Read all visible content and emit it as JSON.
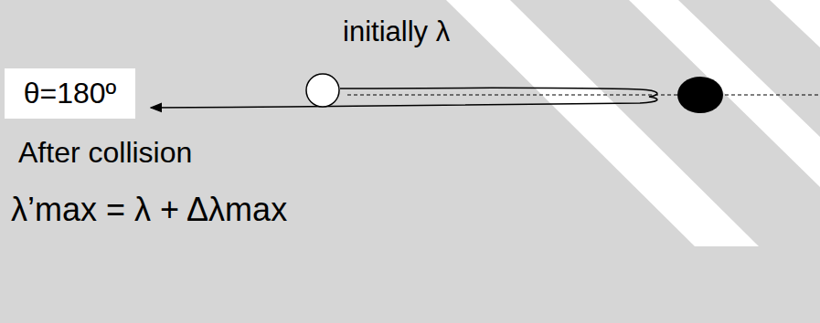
{
  "diagram": {
    "nodes": [
      {
        "text": [
          "θ=180º"
        ]
      }
    ],
    "labels": [
      "initially λ",
      "After collision",
      "λ’max = λ + Δλmax"
    ]
  }
}
